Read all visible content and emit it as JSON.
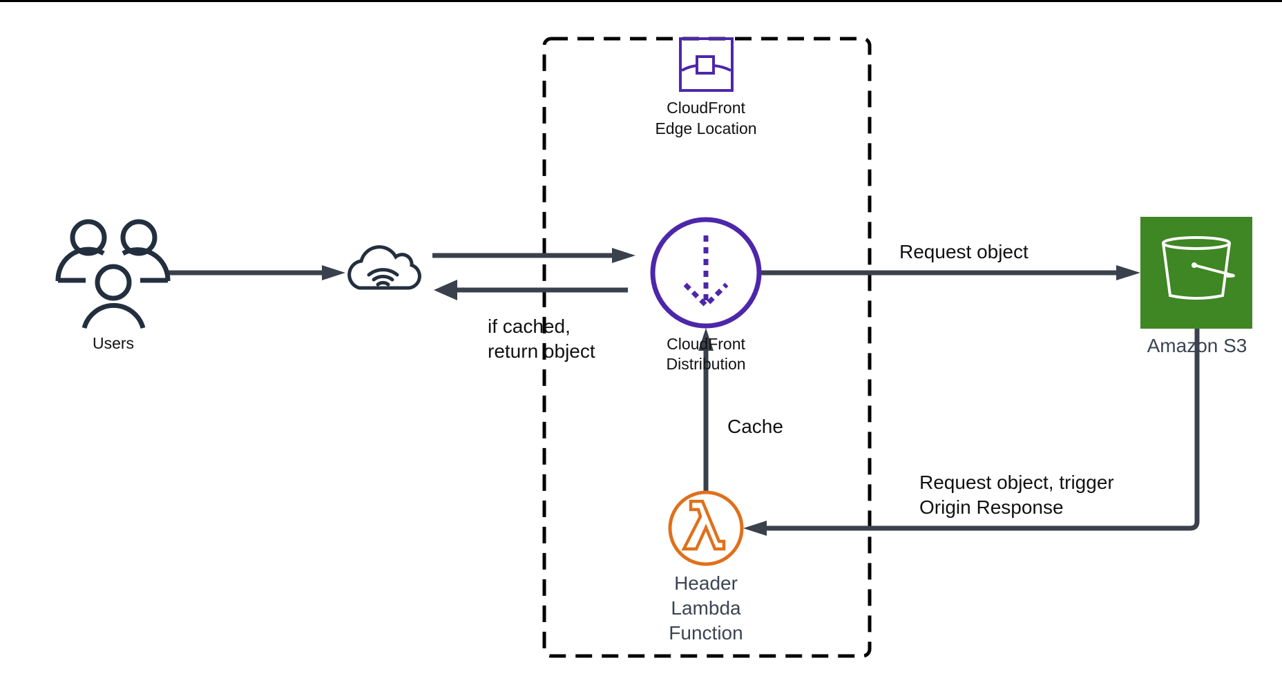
{
  "diagram": {
    "title": "CloudFront Lambda@Edge origin response header flow",
    "colors": {
      "arrow": "#3a414c",
      "cloudfront_purple": "#4d27aa",
      "lambda_orange": "#e0701b",
      "s3_green": "#3f8624",
      "boundary": "#000000",
      "node_text": "#3b4452"
    },
    "boundary": {
      "style": "dashed",
      "contains": [
        "cloudfront-edge-location",
        "cloudfront-distribution",
        "header-lambda-function"
      ]
    },
    "nodes": {
      "users": {
        "label": "Users",
        "icon": "users-icon"
      },
      "internet": {
        "label": "",
        "icon": "internet-cloud-icon"
      },
      "edge_location": {
        "label_line1": "CloudFront",
        "label_line2": "Edge Location",
        "icon": "cloudfront-edge-location-icon"
      },
      "distribution": {
        "label_line1": "CloudFront",
        "label_line2": "Distribution",
        "icon": "cloudfront-distribution-icon"
      },
      "s3": {
        "label": "Amazon S3",
        "icon": "s3-bucket-icon"
      },
      "lambda": {
        "label_line1": "Header",
        "label_line2": "Lambda",
        "label_line3": "Function",
        "icon": "lambda-icon"
      }
    },
    "edges": [
      {
        "from": "users",
        "to": "internet",
        "label": ""
      },
      {
        "from": "internet",
        "to": "distribution",
        "label": ""
      },
      {
        "from": "distribution",
        "to": "internet",
        "label_line1": "if cached,",
        "label_line2": "return object"
      },
      {
        "from": "distribution",
        "to": "s3",
        "label": "Request object"
      },
      {
        "from": "s3",
        "to": "lambda",
        "label_line1": "Request object, trigger",
        "label_line2": "Origin Response"
      },
      {
        "from": "lambda",
        "to": "distribution",
        "label": "Cache"
      }
    ]
  }
}
